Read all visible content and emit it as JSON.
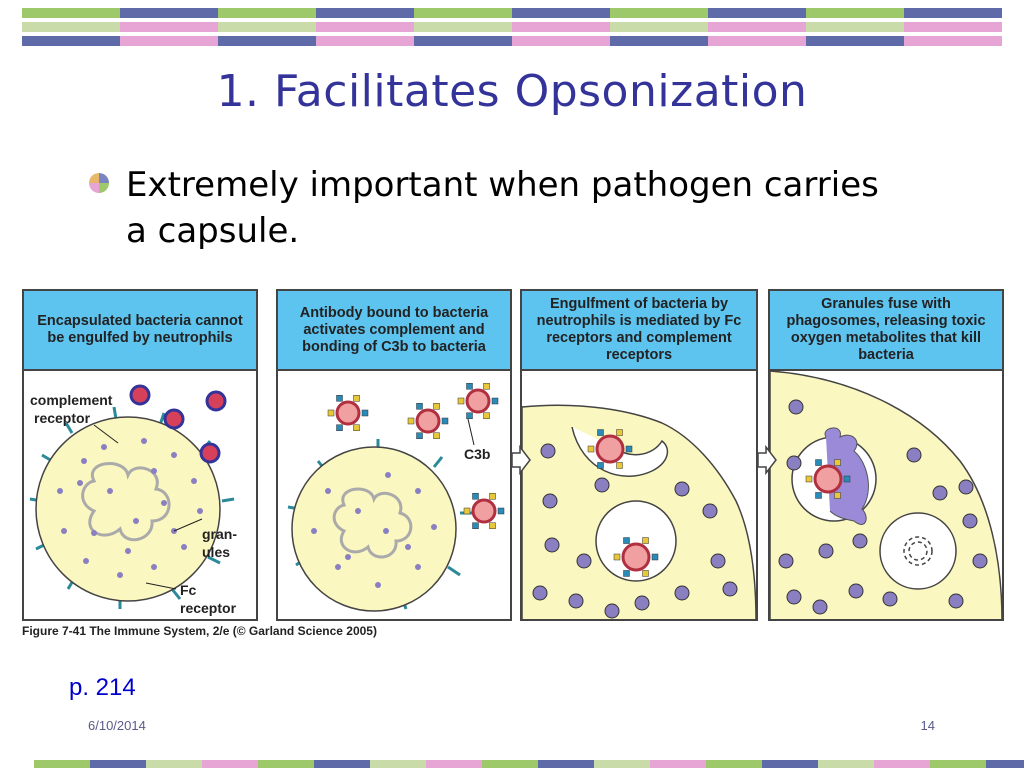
{
  "slide": {
    "title": "1. Facilitates Opsonization",
    "bullet": "Extremely important when pathogen carries a capsule.",
    "figure_caption": "Figure 7-41  The Immune System, 2/e (© Garland Science 2005)",
    "page_ref": "p. 214",
    "footer_date": "6/10/2014",
    "slide_number": "14"
  },
  "panels": [
    {
      "heading": "Encapsulated bacteria cannot be engulfed by neutrophils",
      "labels": {
        "complement": "complement",
        "receptor": "receptor",
        "granules1": "gran-",
        "granules2": "ules",
        "fc1": "Fc",
        "fc2": "receptor"
      }
    },
    {
      "heading": "Antibody bound to bacteria activates complement and bonding of C3b to bacteria",
      "labels": {
        "c3b": "C3b"
      }
    },
    {
      "heading": "Engulfment of bacteria by neutrophils is mediated by Fc receptors and complement receptors"
    },
    {
      "heading": "Granules fuse with phagosomes, releasing toxic oxygen metabolites that kill bacteria"
    }
  ],
  "colors": {
    "title": "#333399",
    "panel_header": "#5dc3ef",
    "cell": "#fbf7c0",
    "granule": "#8a7fc0",
    "bacteria": "#d6405a",
    "page_ref": "#0000cc"
  },
  "decor": {
    "band_colors": [
      "#9ec96a",
      "#5f6aa8",
      "#c9dba8",
      "#e6a5d5"
    ]
  }
}
